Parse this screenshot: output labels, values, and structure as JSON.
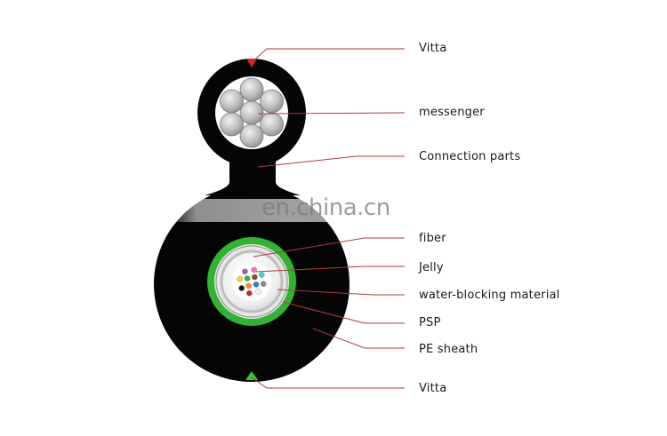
{
  "labels": {
    "vitta_top": "Vitta",
    "messenger": "messenger",
    "connection_parts": "Connection parts",
    "fiber": "fiber",
    "jelly": "Jelly",
    "water_blocking": "water-blocking material",
    "psp": "PSP",
    "pe_sheath": "PE sheath",
    "vitta_bottom": "Vitta"
  },
  "watermark": "en.china.cn",
  "colors": {
    "sheath": "#050505",
    "leader_line": "#b23a3a",
    "vitta_top_marker": "#e02020",
    "vitta_bottom_marker": "#2ecc2e",
    "psp_ring": "#2fb52f",
    "messenger_wire": "#b8b8b8",
    "tube": "#d8d8d8"
  },
  "fiber_colors": [
    "#2b7bd6",
    "#ff8a1f",
    "#33b233",
    "#8a4b1f",
    "#8c8c8c",
    "#f2f2f2",
    "#e02020",
    "#111111",
    "#ffd21a",
    "#b04fd0",
    "#ff6fb5",
    "#3fd6d6"
  ]
}
